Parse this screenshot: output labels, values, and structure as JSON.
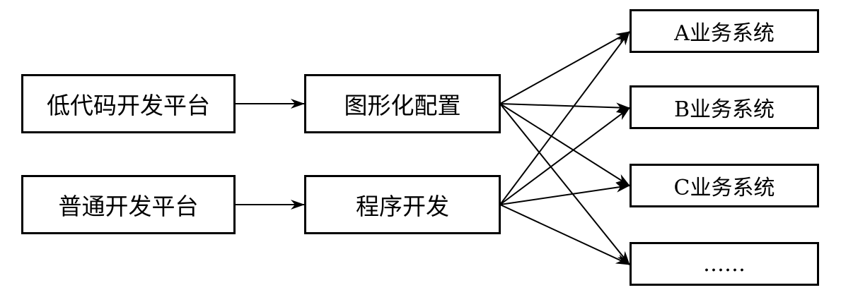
{
  "sources": {
    "low_code": "低代码开发平台",
    "normal": "普通开发平台"
  },
  "methods": {
    "graphical": "图形化配置",
    "programming": "程序开发"
  },
  "targets": {
    "a": "A业务系统",
    "b": "B业务系统",
    "c": "C业务系统",
    "more": "……"
  },
  "colors": {
    "line": "#000000",
    "background": "#ffffff"
  }
}
